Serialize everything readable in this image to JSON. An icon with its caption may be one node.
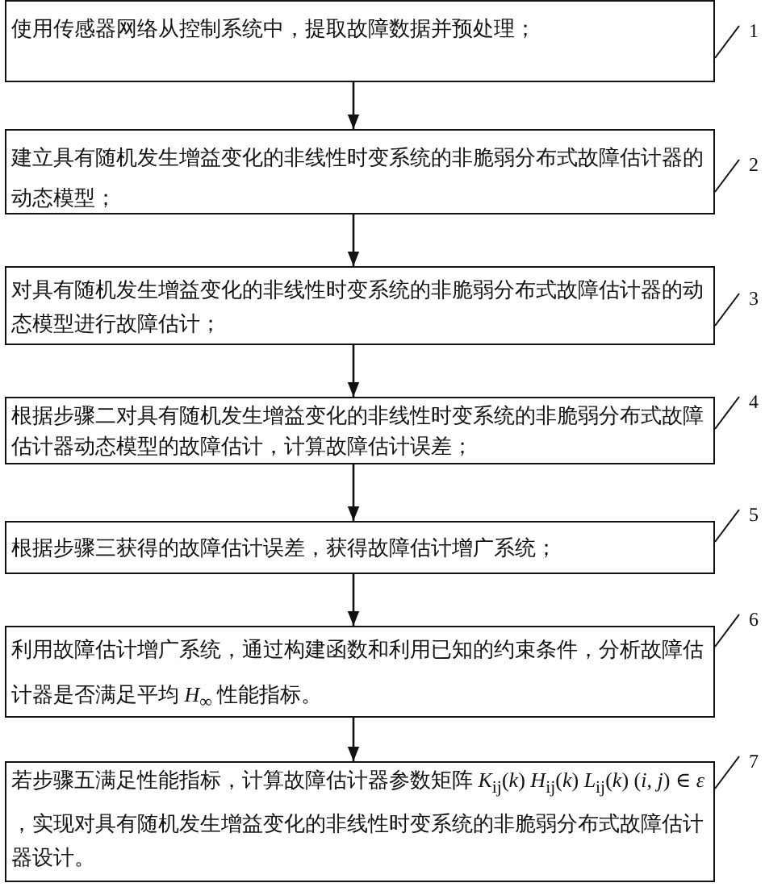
{
  "diagram": {
    "nodes": [
      {
        "text": [
          "使用传感器网络从控制系统中，提取故障数据并预处理；"
        ]
      },
      {
        "text": [
          "建立具有随机发生增益变化的非线性时变系统的非脆弱分布式故障估计器的动态模型；"
        ]
      },
      {
        "text": [
          "对具有随机发生增益变化的非线性时变系统的非脆弱分布式故障估计器的动态模型进行故障估计；"
        ]
      },
      {
        "text": [
          "根据步骤二对具有随机发生增益变化的非线性时变系统的非脆弱分布式故障估计器动态模型的故障估计，计算故障估计误差；"
        ]
      },
      {
        "text": [
          "根据步骤三获得的故障估计误差，获得故障估计增广系统；"
        ]
      },
      {
        "text": [
          "利用故障估计增广系统，通过构建函数和利用已知的约束条件，分析故障估计器是否满足平均 *H*$_{∞}$ 性能指标。"
        ]
      },
      {
        "text": [
          "若步骤五满足性能指标，计算故障估计器参数矩阵 *K*$_{ij}$(*k*) *H*$_{ij}$(*k*) *L*$_{ij}$(*k*) (*i*, *j*) ∈ *ε* ，实现对具有随机发生增益变化的非线性时变系统的非脆弱分布式故障估计器设计。"
        ]
      },
      {
        "text": [
          "1"
        ]
      },
      {
        "text": [
          "2"
        ]
      },
      {
        "text": [
          "3"
        ]
      },
      {
        "text": [
          "4"
        ]
      },
      {
        "text": [
          "5"
        ]
      },
      {
        "text": [
          "6"
        ]
      },
      {
        "text": [
          "7"
        ]
      }
    ],
    "edges": [
      {
        "from": 0,
        "to": 1,
        "arrow": "to"
      },
      {
        "from": 1,
        "to": 2,
        "arrow": "to"
      },
      {
        "from": 2,
        "to": 3,
        "arrow": "to"
      },
      {
        "from": 3,
        "to": 4,
        "arrow": "to"
      },
      {
        "from": 4,
        "to": 5,
        "arrow": "to"
      },
      {
        "from": 5,
        "to": 6,
        "arrow": "to"
      },
      {
        "from": 7,
        "to": 0,
        "arrow": "none"
      },
      {
        "from": 8,
        "to": 1,
        "arrow": "none"
      },
      {
        "from": 9,
        "to": 2,
        "arrow": "none"
      },
      {
        "from": 10,
        "to": 3,
        "arrow": "none"
      },
      {
        "from": 11,
        "to": 4,
        "arrow": "none"
      },
      {
        "from": 12,
        "to": 5,
        "arrow": "none"
      },
      {
        "from": 13,
        "to": 6,
        "arrow": "none"
      }
    ]
  }
}
